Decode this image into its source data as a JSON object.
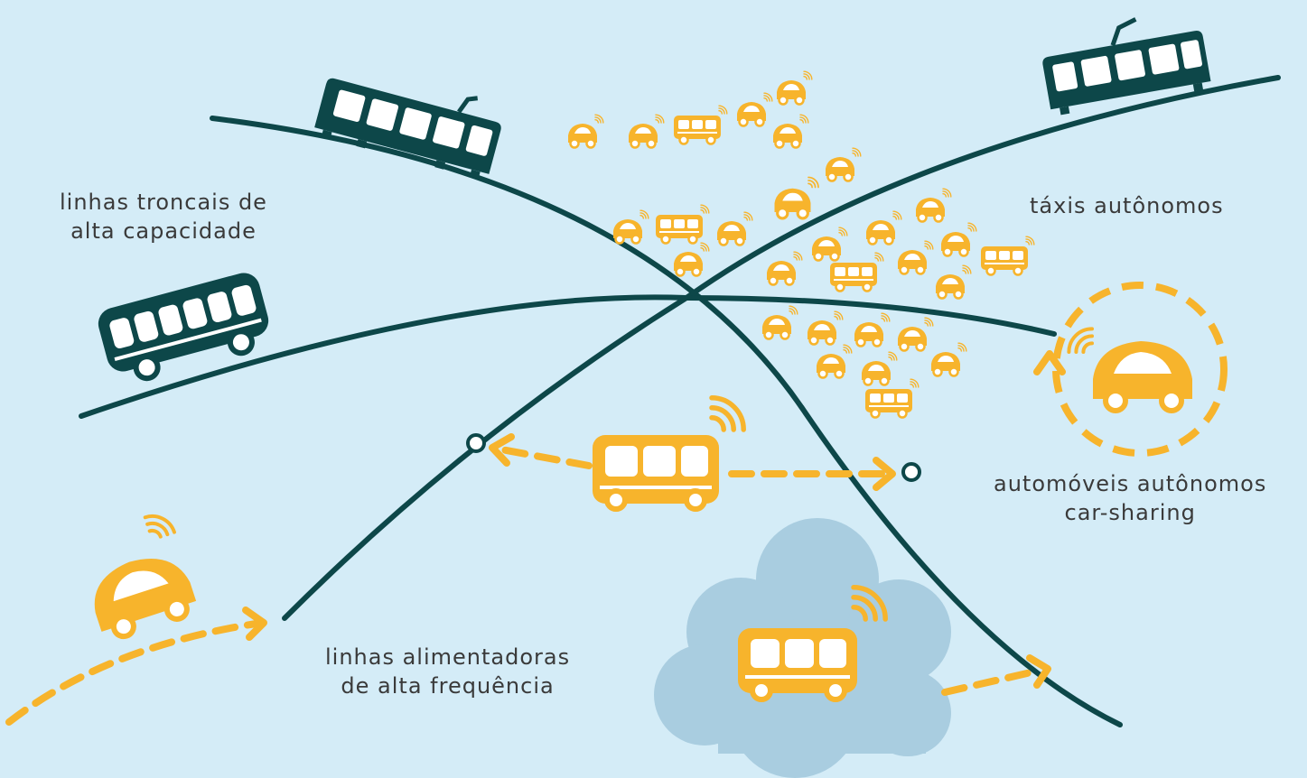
{
  "labels": {
    "trunk_lines": [
      "linhas troncais de",
      "alta capacidade"
    ],
    "autonomous_taxis": "táxis autônomos",
    "autonomous_cars": [
      "automóveis autônomos",
      "car-sharing"
    ],
    "feeder_lines": [
      "linhas alimentadoras",
      "de alta frequência"
    ]
  },
  "colors": {
    "background": "#d4ecf7",
    "lines": "#0d4749",
    "vehicles_autonomous": "#f7b42c",
    "vehicles_mass_transit": "#0d4749",
    "cloud": "#a9cde0"
  }
}
